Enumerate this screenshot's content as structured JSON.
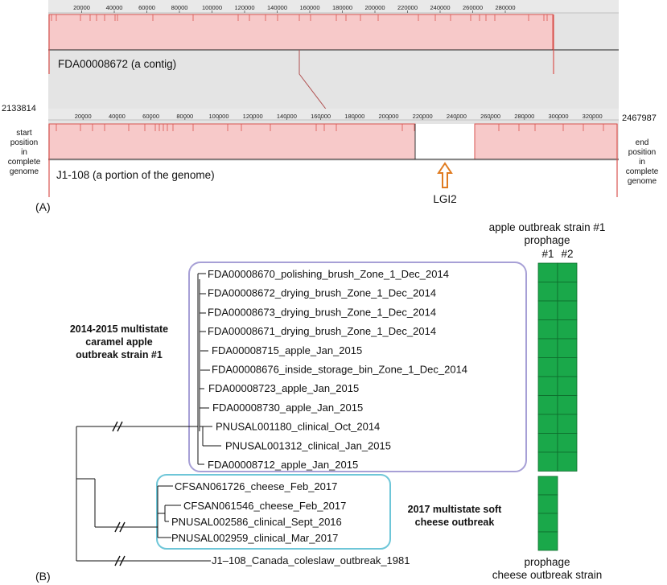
{
  "panel_a": {
    "panel_label": "(A)",
    "contig_label": "FDA00008672 (a contig)",
    "genome_label": "J1-108 (a portion of the genome)",
    "top_ticks": [
      "20000",
      "40000",
      "60000",
      "80000",
      "100000",
      "120000",
      "140000",
      "160000",
      "180000",
      "200000",
      "220000",
      "240000",
      "260000",
      "280000"
    ],
    "bottom_ticks": [
      "20000",
      "40000",
      "60000",
      "80000",
      "100000",
      "120000",
      "140000",
      "160000",
      "180000",
      "200000",
      "220000",
      "240000",
      "260000",
      "280000",
      "300000",
      "320000"
    ],
    "start_value": "2133814",
    "start_label": [
      "start",
      "position",
      "in",
      "complete",
      "genome"
    ],
    "end_value": "2467987",
    "end_label": [
      "end",
      "position",
      "in",
      "complete",
      "genome"
    ],
    "lgi_label": "LGI2",
    "colors": {
      "alignment_fill": "#f7c9c9",
      "alignment_line": "#d9534f",
      "arrow": "#e07b20",
      "ruler_bg": "#e4e4e4"
    }
  },
  "panel_b": {
    "panel_label": "(B)",
    "prophage_header_lines": [
      "apple outbreak strain #1",
      "prophage"
    ],
    "prophage_col1": "#1",
    "prophage_col2": "#2",
    "clade_apple_lines": [
      "2014-2015 multistate",
      "caramel apple",
      "outbreak strain #1"
    ],
    "clade_cheese_lines": [
      "2017 multistate soft",
      "cheese outbreak"
    ],
    "apple_leaves": [
      "FDA00008670_polishing_brush_Zone_1_Dec_2014",
      "FDA00008672_drying_brush_Zone_1_Dec_2014",
      "FDA00008673_drying_brush_Zone_1_Dec_2014",
      "FDA00008671_drying_brush_Zone_1_Dec_2014",
      "FDA00008715_apple_Jan_2015",
      "FDA00008676_inside_storage_bin_Zone_1_Dec_2014",
      "FDA00008723_apple_Jan_2015",
      "FDA00008730_apple_Jan_2015",
      "PNUSAL001180_clinical_Oct_2014",
      "PNUSAL001312_clinical_Jan_2015",
      "FDA00008712_apple_Jan_2015"
    ],
    "cheese_leaves": [
      "CFSAN061726_cheese_Feb_2017",
      "CFSAN061546_cheese_Feb_2017",
      "PNUSAL002586_clinical_Sept_2016",
      "PNUSAL002959_clinical_Mar_2017"
    ],
    "outgroup_leaf": "J1–108_Canada_coleslaw_outbreak_1981",
    "prophage_footer_lines": [
      "prophage",
      "cheese outbreak strain"
    ],
    "colors": {
      "prophage": "#1aa84a",
      "apple_box": "#a7a0d6",
      "cheese_box": "#6ec6d8"
    }
  }
}
